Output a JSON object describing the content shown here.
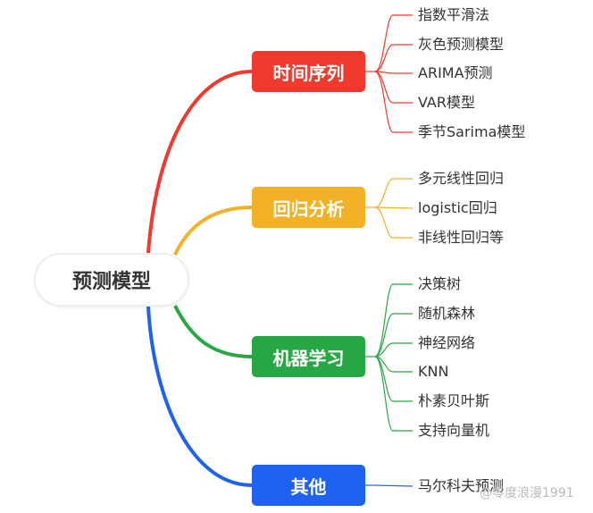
{
  "root": {
    "label": "预测模型"
  },
  "branches": [
    {
      "label": "时间序列",
      "color": "#f03a2e",
      "children": [
        "指数平滑法",
        "灰色预测模型",
        "ARIMA预测",
        "VAR模型",
        "季节Sarima模型"
      ]
    },
    {
      "label": "回归分析",
      "color": "#f2b126",
      "children": [
        "多元线性回归",
        "logistic回归",
        "非线性回归等"
      ]
    },
    {
      "label": "机器学习",
      "color": "#27a845",
      "children": [
        "决策树",
        "随机森林",
        "神经网络",
        "KNN",
        "朴素贝叶斯",
        "支持向量机"
      ]
    },
    {
      "label": "其他",
      "color": "#1e63f0",
      "children": [
        "马尔科夫预测"
      ]
    }
  ],
  "watermark": "@零度浪漫1991"
}
